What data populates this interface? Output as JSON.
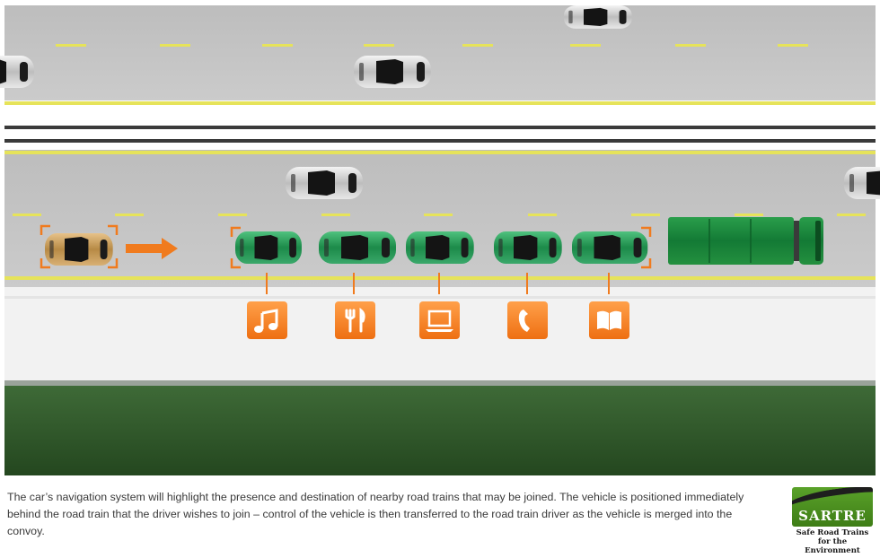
{
  "caption": "The car’s navigation system will highlight the presence and destination of nearby road trains that may be joined. The vehicle is positioned immediately behind the road train that the driver wishes to join – control of the vehicle is then transferred to the road train driver as the vehicle is merged into the convoy.",
  "logo": {
    "word": "SARTRE",
    "tagline": "Safe Road Trains for the Environment"
  },
  "colors": {
    "road": "#c4c4c4",
    "lane_marking": "#e6e35a",
    "joining_car": "#c99a4f",
    "convoy": "#1f8f4e",
    "highlight": "#f07b1e",
    "grass": "#2f5a2c"
  },
  "icons": [
    "music-icon",
    "cutlery-icon",
    "laptop-icon",
    "phone-icon",
    "book-icon"
  ]
}
